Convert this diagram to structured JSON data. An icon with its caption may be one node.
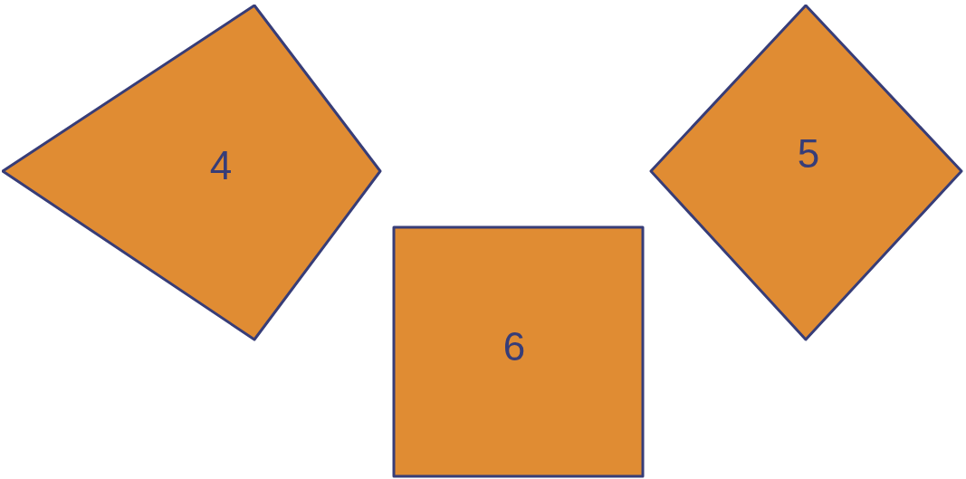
{
  "diagram": {
    "nodes": [
      {
        "text": [
          "4"
        ]
      },
      {
        "text": [
          "5"
        ]
      },
      {
        "text": [
          "6"
        ]
      }
    ]
  }
}
